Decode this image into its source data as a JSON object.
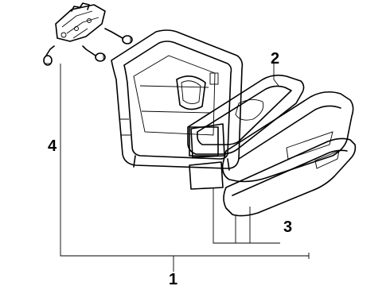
{
  "labels": {
    "callout_1": "1",
    "callout_2": "2",
    "callout_3": "3",
    "callout_4": "4"
  }
}
